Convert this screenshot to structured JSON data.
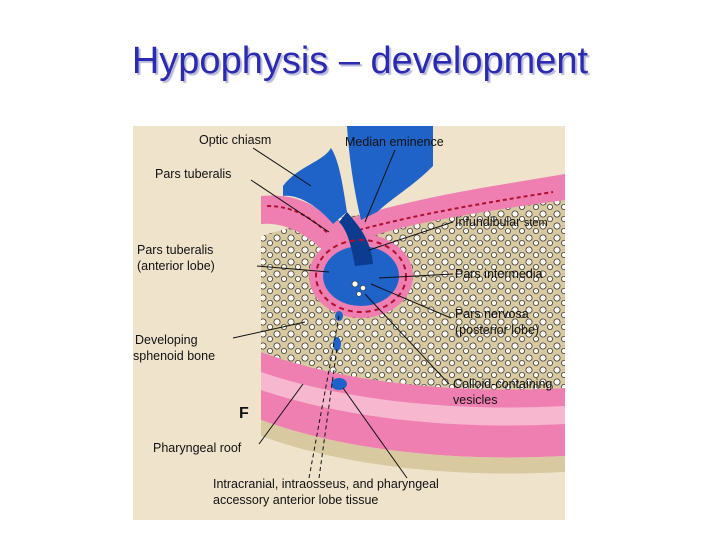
{
  "slide": {
    "title": "Hypophysis – development"
  },
  "figure": {
    "panel_letter": "F",
    "labels": {
      "optic_chiasm": "Optic chiasm",
      "median_eminence": "Median eminence",
      "pars_tuberalis": "Pars tuberalis",
      "infundibular_stem_a": "Infundibular",
      "infundibular_stem_b": "stem",
      "pars_tuberalis_al_1": "Pars tuberalis",
      "pars_tuberalis_al_2": "(anterior lobe)",
      "pars_intermedia": "Pars intermedia",
      "pars_nervosa_1": "Pars nervosa",
      "pars_nervosa_2": "(posterior lobe)",
      "developing_1": "Developing",
      "developing_2": "sphenoid bone",
      "colloid_1": "Colloid-containing",
      "colloid_2": "vesicles",
      "pharyngeal_roof": "Pharyngeal roof",
      "accessory_1": "Intracranial, intraosseus, and pharyngeal",
      "accessory_2": "accessory anterior lobe tissue"
    },
    "colors": {
      "page_tint": "#efe3cc",
      "neural_blue": "#1f63c9",
      "dark_blue": "#0b3c8f",
      "pink": "#ef7fb0",
      "light_pink": "#f6b7cf",
      "bone_tan": "#d9c9a0",
      "red_dash": "#b01030"
    }
  }
}
